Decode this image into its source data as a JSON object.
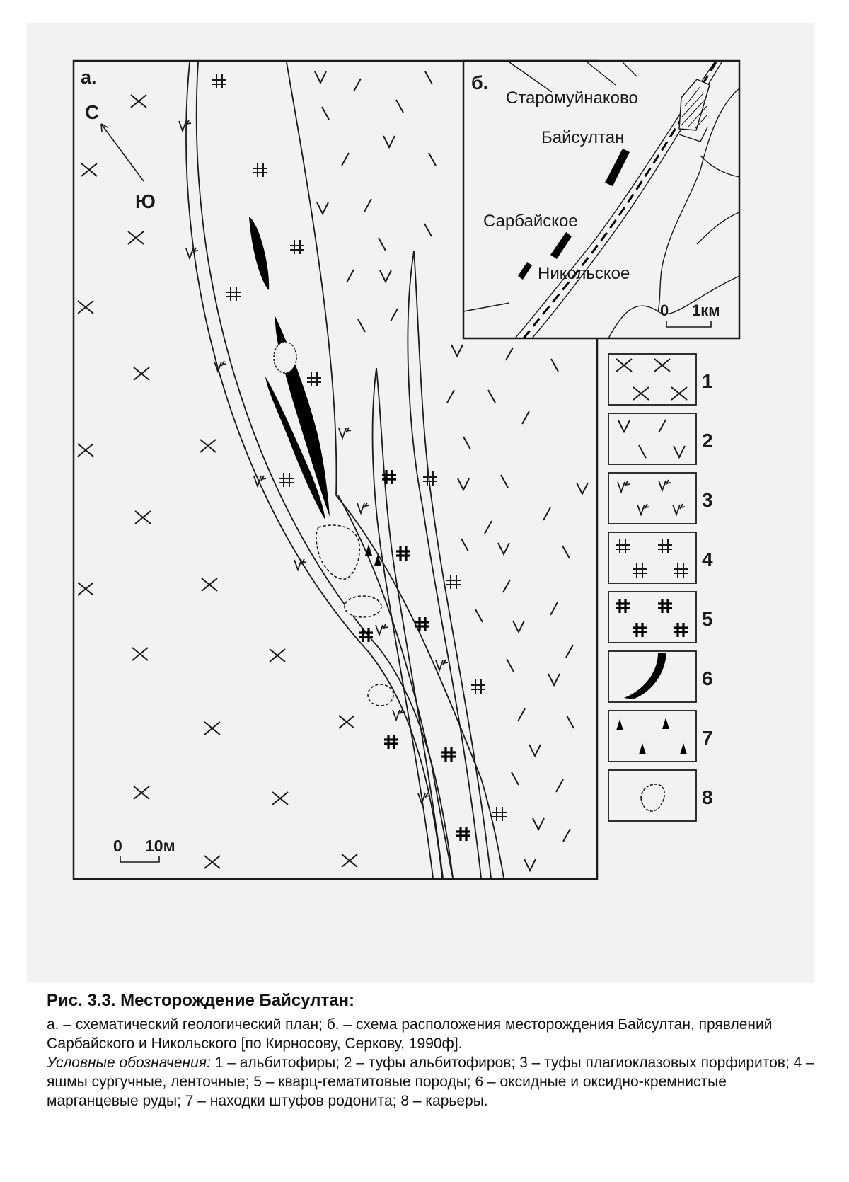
{
  "map_a": {
    "label": "а.",
    "north_label": "С",
    "south_label": "Ю",
    "scale_zero": "0",
    "scale_value": "10м"
  },
  "map_b": {
    "label": "б.",
    "places": [
      "Старомуйнаково",
      "Байсултан",
      "Сарбайское",
      "Никольское"
    ],
    "scale_zero": "0",
    "scale_value": "1км"
  },
  "legend": [
    "1",
    "2",
    "3",
    "4",
    "5",
    "6",
    "7",
    "8"
  ],
  "caption": {
    "title": "Рис. 3.3. Месторождение Байсултан:",
    "description": "а. – схематический геологический план; б. – схема расположения месторождения Байсултан, прявлений Сарбайского и Никольского [по Кирносову, Серкову, 1990ф].",
    "legend_heading": "Условные обозначения:",
    "legend_text": "1 – альбитофиры; 2 – туфы альбитофиров; 3 – туфы плагиоклазовых порфиритов; 4 – яшмы сургучные, ленточные; 5 – кварц-гематитовые породы; 6 – оксидные и оксидно-кремнистые марганцевые руды; 7 – находки штуфов родонита; 8 – карьеры."
  },
  "colors": {
    "background": "#f2f2f2",
    "line": "#1a1a1a",
    "ore": "#000000"
  }
}
